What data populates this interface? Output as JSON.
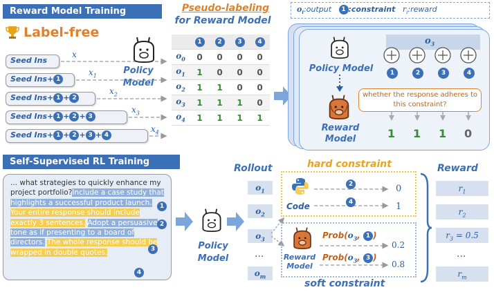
{
  "legend": {
    "o_label": "o",
    "o_sub": "i",
    "o_text": ":output",
    "c_num": "1",
    "c_text": ":constraint",
    "r_label": "r",
    "r_sub": "i",
    "r_text": ":reward"
  },
  "sec1": {
    "title": "Reward Model Training",
    "label_free": "Label-free"
  },
  "pseudo": {
    "line1": "Pseudo-labeling",
    "line2": "for Reward Model"
  },
  "seeds": {
    "base": "Seed Ins",
    "plus": "+",
    "nums": [
      "1",
      "2",
      "3",
      "4"
    ],
    "x_labels": [
      "x",
      "x",
      "x",
      "x",
      "x"
    ],
    "x_subs": [
      "",
      "1",
      "2",
      "3",
      "4"
    ]
  },
  "policy_model": "Policy Model",
  "table": {
    "header": [
      "1",
      "2",
      "3",
      "4"
    ],
    "rows": [
      {
        "o": "o",
        "sub": "0",
        "vals": [
          "0",
          "0",
          "0",
          "0"
        ]
      },
      {
        "o": "o",
        "sub": "1",
        "vals": [
          "1",
          "0",
          "0",
          "0"
        ]
      },
      {
        "o": "o",
        "sub": "2",
        "vals": [
          "1",
          "1",
          "0",
          "0"
        ]
      },
      {
        "o": "o",
        "sub": "3",
        "vals": [
          "1",
          "1",
          "1",
          "0"
        ]
      },
      {
        "o": "o",
        "sub": "4",
        "vals": [
          "1",
          "1",
          "1",
          "1"
        ]
      }
    ]
  },
  "right_panel": {
    "o3": "o",
    "o3_sub": "3",
    "policy_model": "Policy Model",
    "reward_model": "Reward Model",
    "question": "whether the response adheres to this constraint?",
    "nums": [
      "1",
      "2",
      "3",
      "4"
    ],
    "outputs": [
      "1",
      "1",
      "1",
      "0"
    ]
  },
  "sec2": {
    "title": "Self-Supervised RL Training"
  },
  "prompt": {
    "t1": "... what strategies to quickly enhance my project portfolio?",
    "t2": "Include a case study that highlights a successful product launch.",
    "t3": "Your entire response should include exactly 3 sentences.",
    "t4": "Adopt a persuasive tone as if presenting to a board of directors.",
    "t5": "The whole response should be wrapped in double quotes.",
    "nums": [
      "1",
      "2",
      "3",
      "4"
    ]
  },
  "policy_model2": "Policy Model",
  "rollout": {
    "title": "Rollout",
    "items": [
      {
        "o": "o",
        "sub": "1"
      },
      {
        "o": "o",
        "sub": "2"
      },
      {
        "o": "o",
        "sub": "3"
      },
      {
        "o": "...",
        "sub": ""
      },
      {
        "o": "o",
        "sub": "m"
      }
    ]
  },
  "hard": {
    "title": "hard constraint",
    "code": "Code",
    "n1": "2",
    "n2": "4",
    "v1": "0",
    "v2": "1"
  },
  "soft": {
    "title": "soft constraint",
    "rm": "Reward Model",
    "prob": "Prob",
    "o": "o",
    "sub": "3",
    "n1": "1",
    "n2": "3",
    "v1": "0.2",
    "v2": "0.8"
  },
  "reward": {
    "title": "Reward",
    "items": [
      {
        "r": "r",
        "sub": "1",
        "extra": ""
      },
      {
        "r": "r",
        "sub": "2",
        "extra": ""
      },
      {
        "r": "r",
        "sub": "3",
        "extra": " = 0.5"
      },
      {
        "r": "...",
        "sub": "",
        "extra": ""
      },
      {
        "r": "r",
        "sub": "m",
        "extra": ""
      }
    ]
  },
  "colors": {
    "blue": "#3b6fb6",
    "orange": "#e0822c",
    "yellow": "#f4cd52",
    "green": "#3a8a3a"
  }
}
